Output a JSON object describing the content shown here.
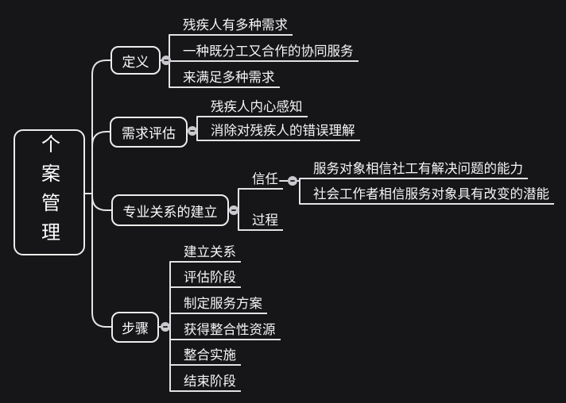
{
  "root": {
    "label": "个案管理"
  },
  "branches": [
    {
      "label": "定义",
      "children": [
        {
          "label": "残疾人有多种需求"
        },
        {
          "label": "一种既分工又合作的协同服务"
        },
        {
          "label": "来满足多种需求"
        }
      ]
    },
    {
      "label": "需求评估",
      "children": [
        {
          "label": "残疾人内心感知"
        },
        {
          "label": "消除对残疾人的错误理解"
        }
      ]
    },
    {
      "label": "专业关系的建立",
      "children": [
        {
          "label": "信任",
          "children": [
            {
              "label": "服务对象相信社工有解决问题的能力"
            },
            {
              "label": "社会工作者相信服务对象具有改变的潜能"
            }
          ]
        },
        {
          "label": "过程",
          "children": []
        }
      ]
    },
    {
      "label": "步骤",
      "children": [
        {
          "label": "建立关系"
        },
        {
          "label": "评估阶段"
        },
        {
          "label": "制定服务方案"
        },
        {
          "label": "获得整合性资源"
        },
        {
          "label": "整合实施"
        },
        {
          "label": "结束阶段"
        }
      ]
    }
  ],
  "icons": {
    "collapse": "minus"
  },
  "colors": {
    "background": "#161619",
    "line": "#e3e3e6",
    "node_border": "#ececec",
    "text": "#f5f5f5",
    "collapse_button": "#c9c9ce",
    "collapse_glyph": "#2b2b30"
  }
}
